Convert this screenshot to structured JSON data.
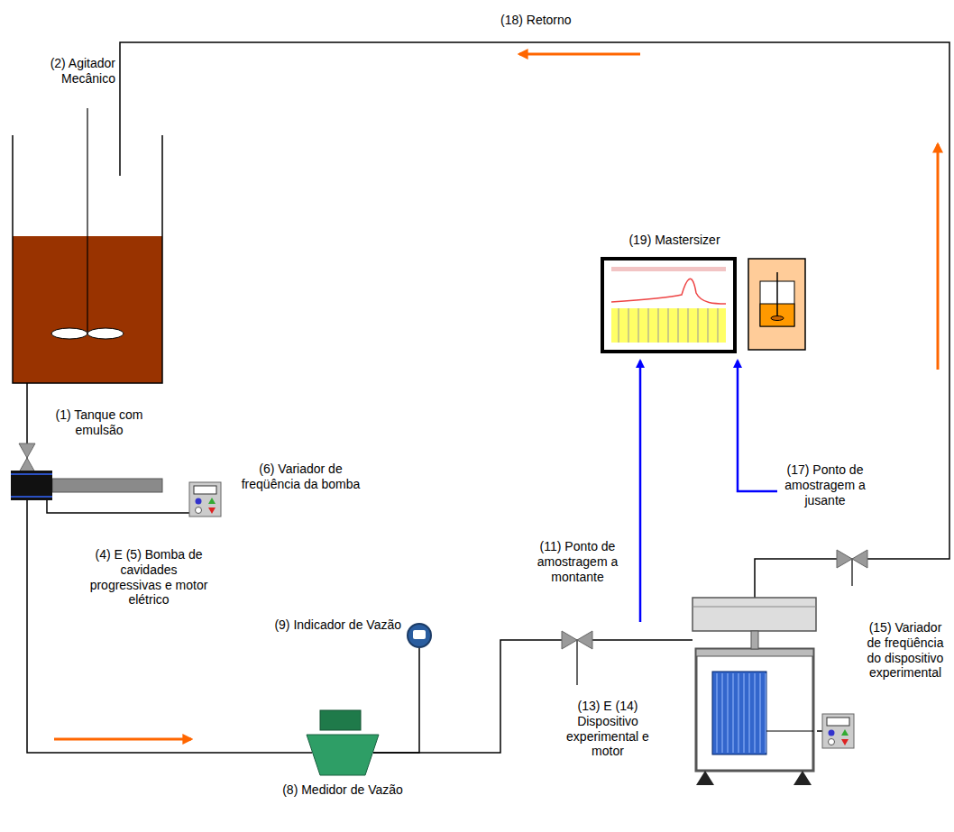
{
  "diagram": {
    "nodes": [
      {
        "text": [
          "(1) Tanque com emulsão"
        ]
      },
      {
        "text": [
          "(4) E (5) Bomba de cavidades progressivas e motor elétrico"
        ]
      },
      {
        "text": [
          "(6) Variador de freqüência da bomba"
        ]
      },
      {
        "text": [
          "(8) Medidor de Vazão"
        ]
      },
      {
        "text": [
          "(9) Indicador de Vazão"
        ]
      },
      {
        "text": [
          "(13) E (14) Dispositivo experimental e motor"
        ]
      },
      {
        "text": [
          "(15) Variador de freqüência do dispositivo experimental"
        ]
      },
      {
        "text": [
          "(19) Mastersizer"
        ]
      }
    ],
    "edges": [
      {
        "from": 0,
        "to": 1,
        "arrow": "none"
      },
      {
        "from": 2,
        "to": 1,
        "arrow": "none"
      },
      {
        "from": 1,
        "to": 3,
        "arrow": "none"
      },
      {
        "from": 3,
        "to": 5,
        "arrow": "none"
      },
      {
        "from": 3,
        "to": 4,
        "arrow": "none"
      },
      {
        "from": 6,
        "to": 5,
        "arrow": "none"
      },
      {
        "from": 5,
        "to": 0,
        "arrow": "none"
      }
    ],
    "labels": [
      "(18) Retorno",
      "(2) Agitador Mecânico",
      "(11) Ponto de amostragem a montante",
      "(17) Ponto de amostragem a jusante"
    ]
  }
}
